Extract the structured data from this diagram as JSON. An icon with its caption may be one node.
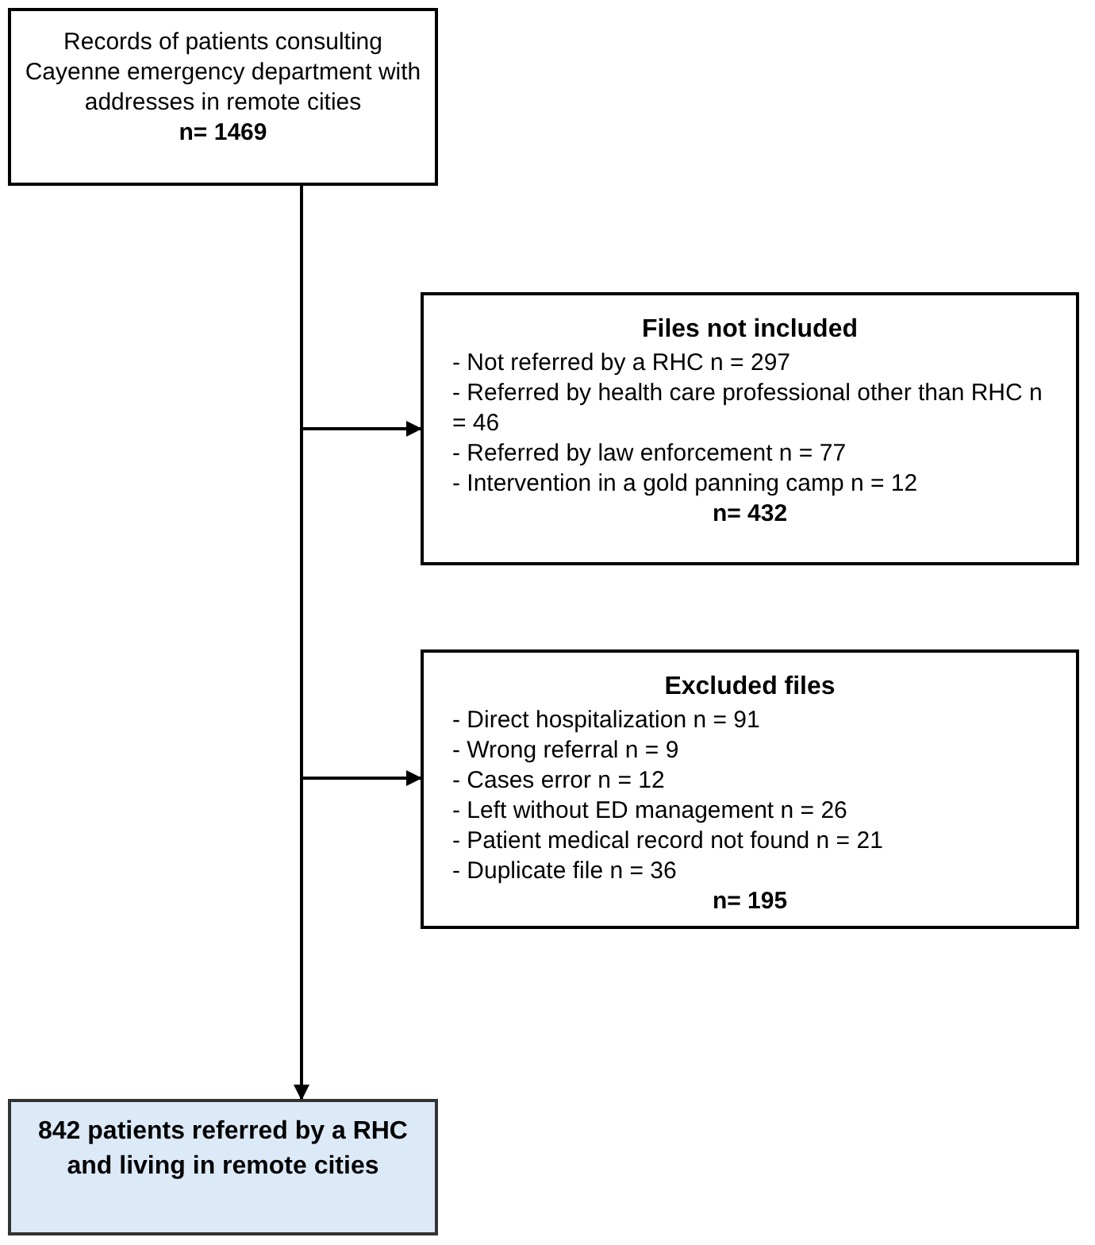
{
  "diagram": {
    "nodes": [
      {
        "text": [
          "Records of patients consulting Cayenne emergency department with addresses in remote cities",
          "n= 1469"
        ]
      },
      {
        "text": [
          "Files not included",
          "- Not referred by a RHC n = 297",
          "- Referred by health care professional other than RHC n = 46",
          "- Referred by law enforcement n = 77",
          "- Intervention in a gold panning camp n = 12",
          "n= 432"
        ]
      },
      {
        "text": [
          "Excluded files",
          "- Direct hospitalization n = 91",
          "- Wrong referral n = 9",
          "- Cases error n = 12",
          "- Left without ED management n = 26",
          "- Patient medical record not found n = 21",
          "- Duplicate file n = 36",
          "n= 195"
        ]
      },
      {
        "text": [
          "842 patients referred by a RHC and living in remote cities"
        ]
      }
    ],
    "edges": [
      {
        "from": 0,
        "to": 1,
        "arrow": "to"
      },
      {
        "from": 0,
        "to": 2,
        "arrow": "to"
      },
      {
        "from": 0,
        "to": 3,
        "arrow": "to"
      }
    ]
  }
}
